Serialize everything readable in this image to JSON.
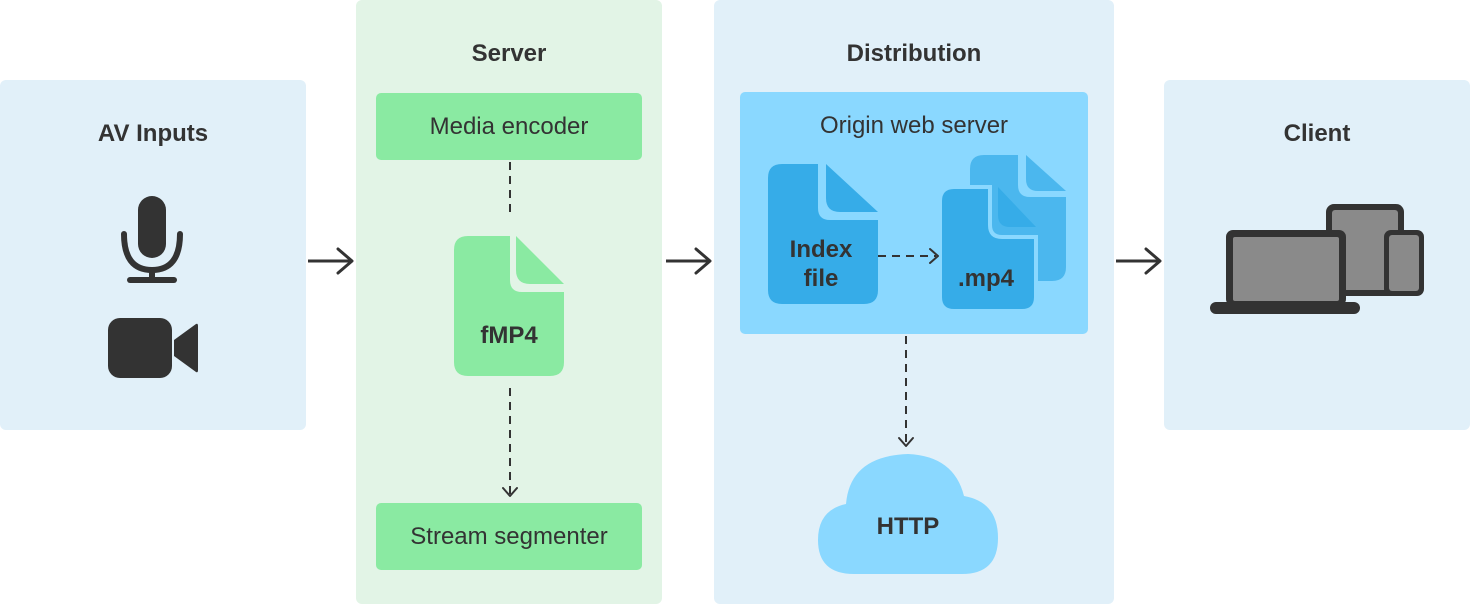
{
  "av_inputs": {
    "title": "AV Inputs",
    "icons": [
      "microphone-icon",
      "video-camera-icon"
    ]
  },
  "server": {
    "title": "Server",
    "encoder_label": "Media encoder",
    "file_label": "fMP4",
    "segmenter_label": "Stream segmenter"
  },
  "distribution": {
    "title": "Distribution",
    "origin_label": "Origin web server",
    "index_label_line1": "Index",
    "index_label_line2": "file",
    "mp4_label": ".mp4",
    "http_label": "HTTP"
  },
  "client": {
    "title": "Client",
    "icons": [
      "laptop-icon",
      "tablet-icon",
      "phone-icon"
    ]
  },
  "colors": {
    "blue_panel": "#e1f0f9",
    "green_panel": "#e2f4e6",
    "green_box": "#8aeaa2",
    "origin_box": "#8ad8ff",
    "doc_blue": "#36ace8",
    "dark_icon": "#333333",
    "device_gray": "#8a8a8a"
  }
}
